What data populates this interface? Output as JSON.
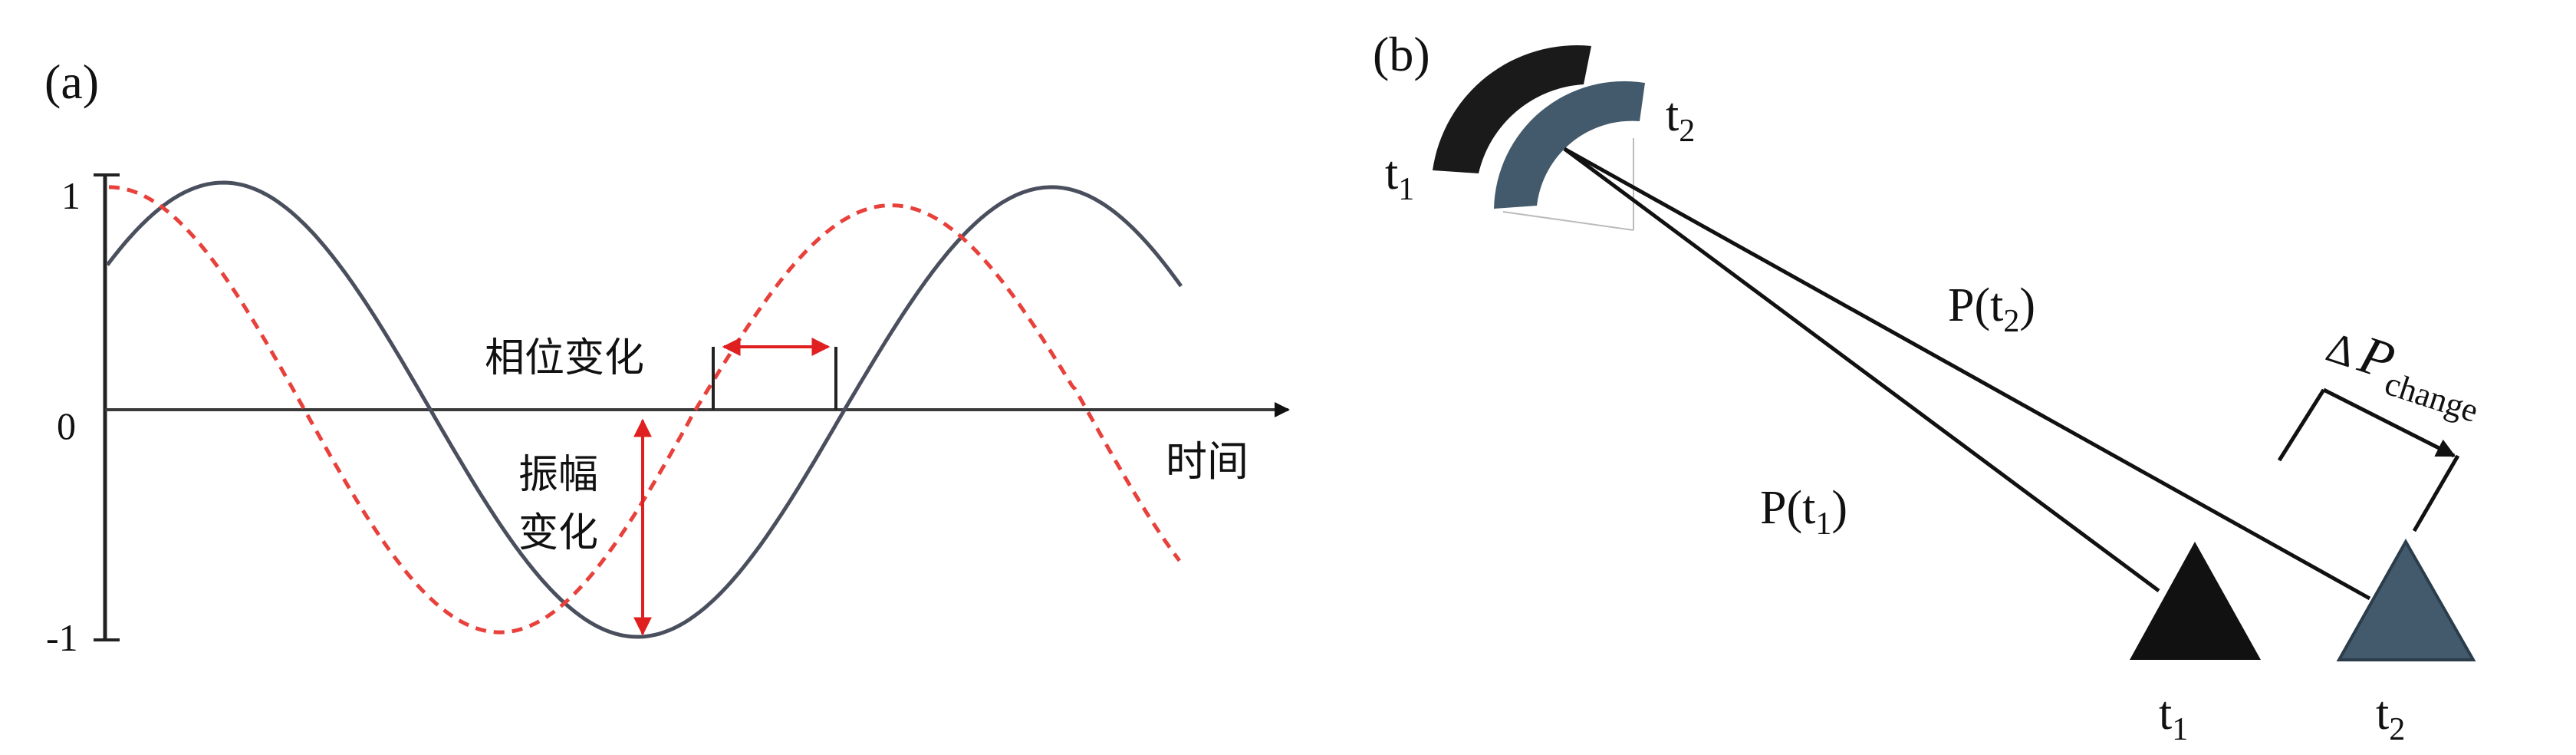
{
  "panel_a": {
    "label": "(a)",
    "y_tick_top": "1",
    "y_tick_zero": "0",
    "y_tick_bottom": "-1",
    "x_axis_label": "时间",
    "phase_label": "相位变化",
    "amplitude_label_line1": "振幅",
    "amplitude_label_line2": "变化",
    "solid_color": "#4a4f5e",
    "dashed_color": "#e8403a",
    "arrow_color": "#e02020"
  },
  "panel_b": {
    "label": "(b)",
    "antenna_t1": {
      "base": "t",
      "sub": "1"
    },
    "antenna_t2": {
      "base": "t",
      "sub": "2"
    },
    "p_t1": {
      "pre": "P(t",
      "sub": "1",
      "post": ")"
    },
    "p_t2": {
      "pre": "P(t",
      "sub": "2",
      "post": ")"
    },
    "delta": {
      "pre": "Δ",
      "main": "P",
      "sub": "change"
    },
    "target_t1": {
      "base": "t",
      "sub": "1"
    },
    "target_t2": {
      "base": "t",
      "sub": "2"
    },
    "color_t1": "#1a1a1a",
    "color_t2": "#435a6c"
  }
}
